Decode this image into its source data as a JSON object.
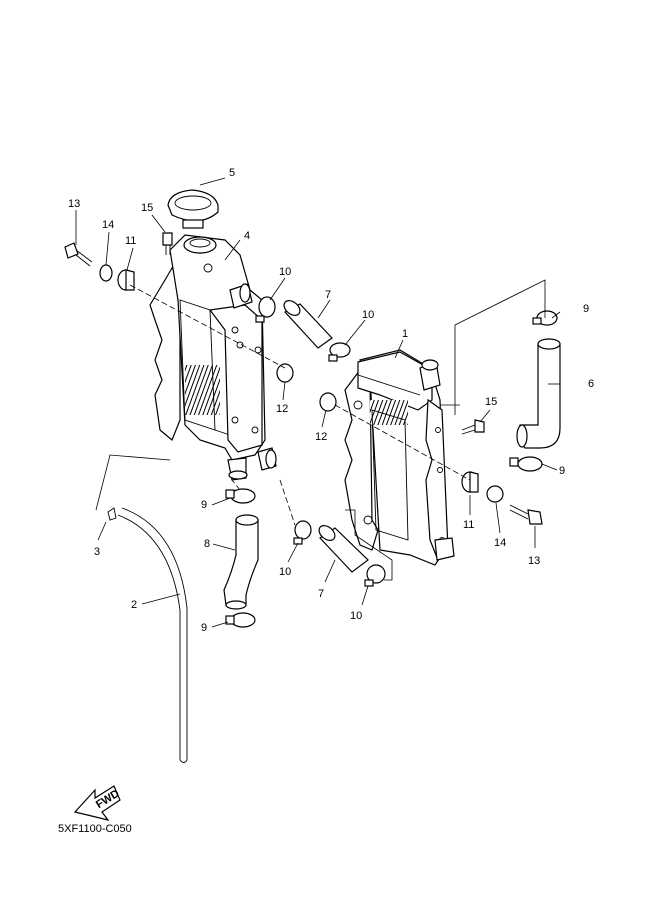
{
  "diagram": {
    "callouts": [
      "5",
      "13",
      "14",
      "15",
      "11",
      "4",
      "10",
      "7",
      "10",
      "1",
      "9",
      "6",
      "12",
      "12",
      "15",
      "9",
      "11",
      "14",
      "13",
      "9",
      "8",
      "10",
      "7",
      "10",
      "9",
      "3",
      "2"
    ],
    "fwd_label": "FWD",
    "drawing_code": "5XF1100-C050"
  }
}
